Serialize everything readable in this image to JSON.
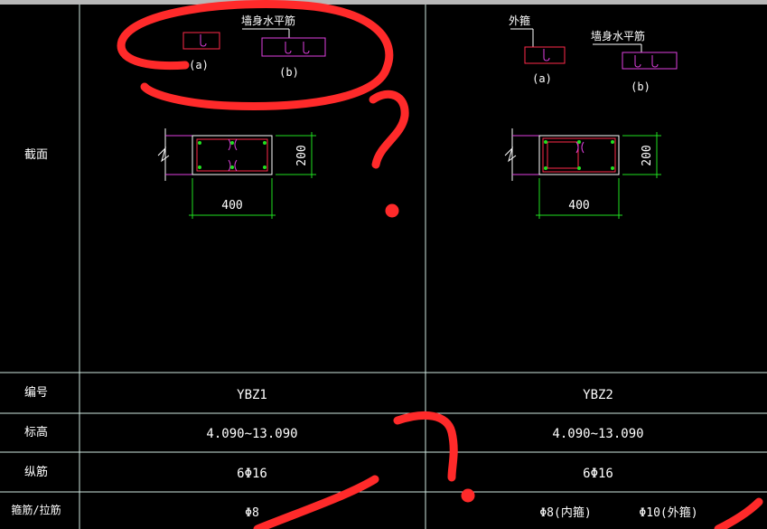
{
  "colors": {
    "background": "#000000",
    "grid": "#cfe8e0",
    "text": "#ffffff",
    "dimension": "#20e020",
    "stirrup": "#ff2a4a",
    "tie": "#e040e0",
    "markup": "#ff2a2a"
  },
  "table": {
    "row_labels": {
      "section": "截面",
      "id": "编号",
      "elevation": "标高",
      "longitudinal": "纵筋",
      "stirrup": "箍筋/拉筋"
    },
    "columns": [
      {
        "id": "YBZ1",
        "elevation": "4.090~13.090",
        "longitudinal": "6Φ16",
        "stirrup": [
          "Φ8"
        ],
        "section": {
          "width_dim": "400",
          "height_dim": "200",
          "legend": {
            "a_label": "(a)",
            "b_label": "(b)",
            "b_title": "墙身水平筋",
            "a_title": ""
          }
        }
      },
      {
        "id": "YBZ2",
        "elevation": "4.090~13.090",
        "longitudinal": "6Φ16",
        "stirrup": [
          "Φ8(内箍)",
          "Φ10(外箍)"
        ],
        "section": {
          "width_dim": "400",
          "height_dim": "200",
          "legend": {
            "a_label": "(a)",
            "b_label": "(b)",
            "b_title": "墙身水平筋",
            "a_title": "外箍"
          }
        }
      }
    ]
  },
  "annotations": {
    "question_mark_1": "?",
    "question_mark_2": "?"
  }
}
